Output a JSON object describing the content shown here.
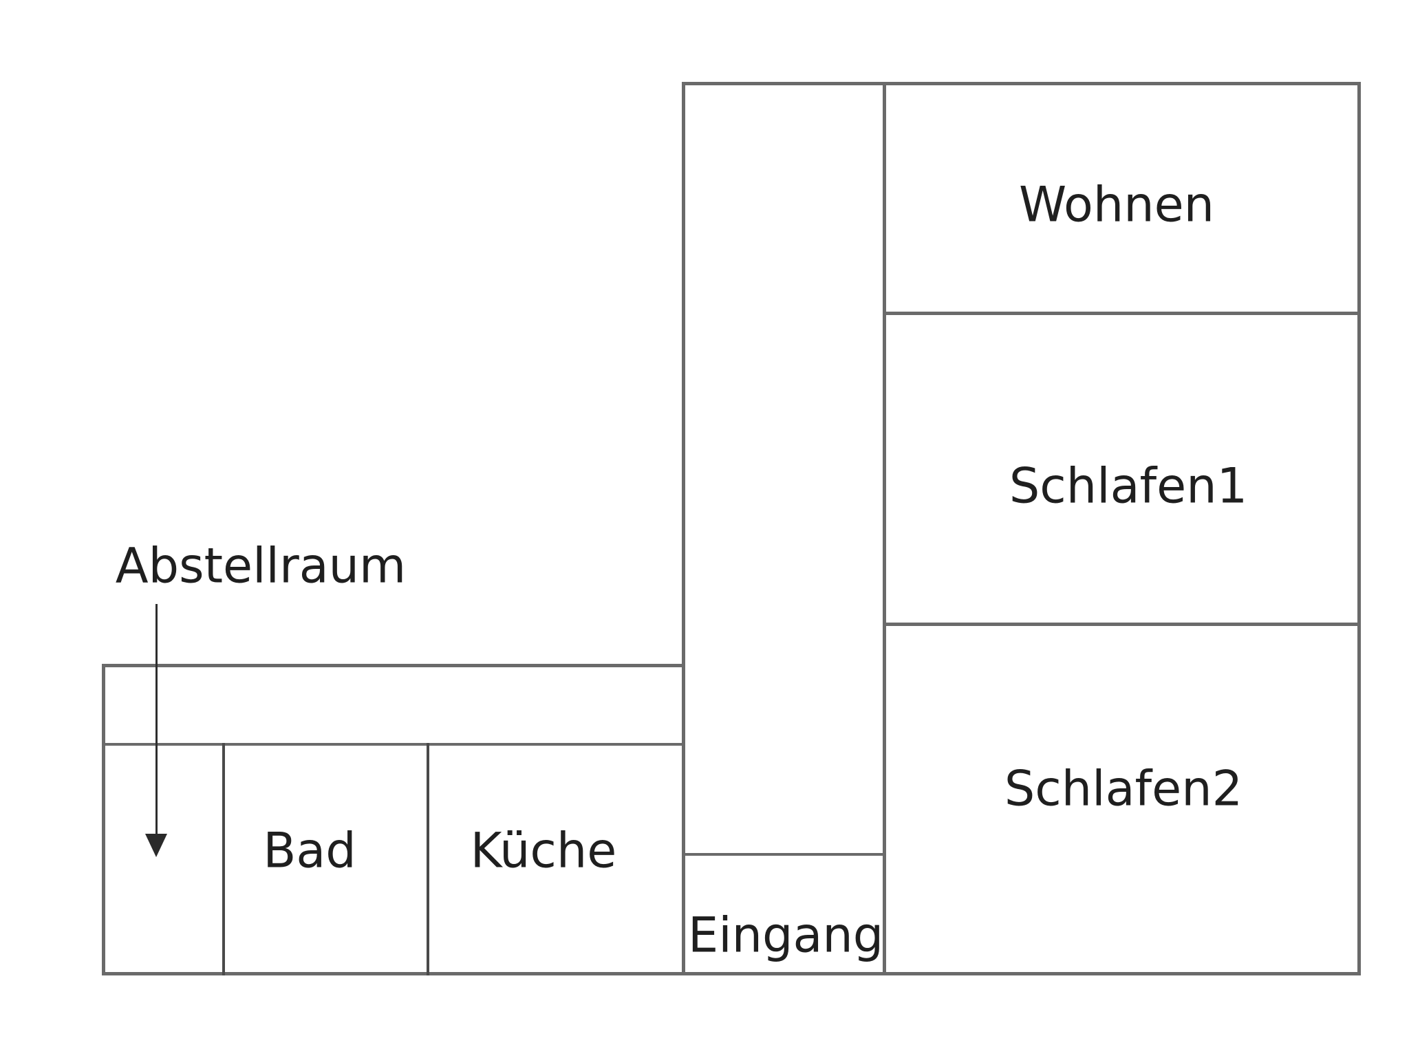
{
  "diagram": {
    "type": "floor-plan",
    "labels": {
      "wohnen": "Wohnen",
      "schlafen1": "Schlafen1",
      "schlafen2": "Schlafen2",
      "bad": "Bad",
      "kueche": "Küche",
      "eingang": "Eingang",
      "abstellraum": "Abstellraum"
    },
    "annotation": {
      "label": "Abstellraum",
      "arrow_direction": "down"
    },
    "colors": {
      "background": "#ffffff",
      "wall": "#6a6a6a",
      "thin_wall": "#4a4a4a",
      "text": "#1f1f1f",
      "arrow": "#2a2a2a"
    }
  }
}
